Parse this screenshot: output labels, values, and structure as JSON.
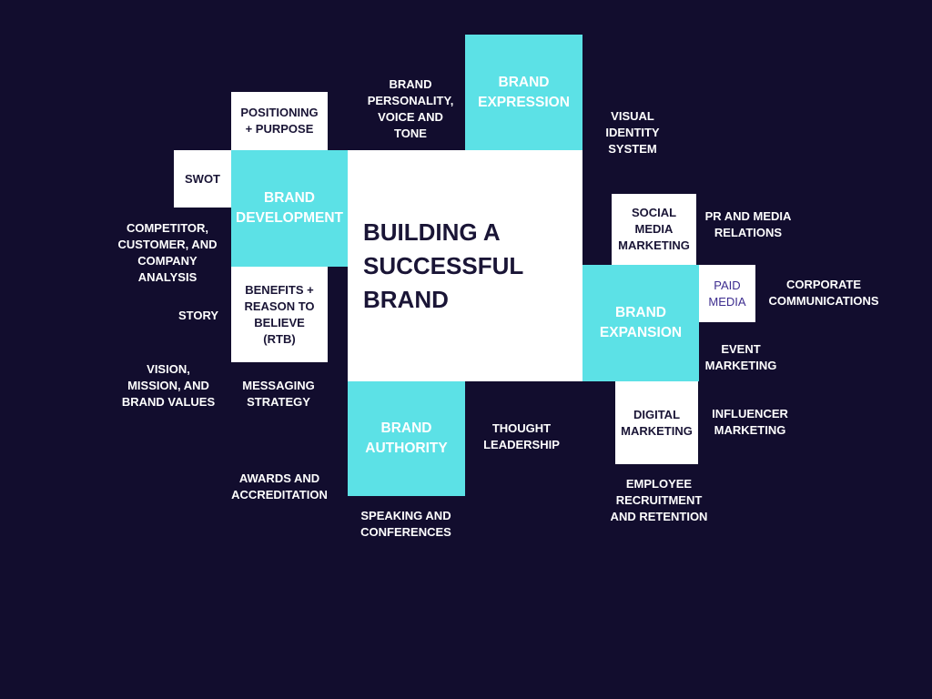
{
  "title": "BUILDING A\nSUCCESSFUL\nBRAND",
  "pillars": {
    "expression": "BRAND\nEXPRESSION",
    "development": "BRAND\nDEVELOPMENT",
    "authority": "BRAND\nAUTHORITY",
    "expansion": "BRAND\nEXPANSION"
  },
  "boxes": {
    "positioning": "POSITIONING\n+ PURPOSE",
    "swot": "SWOT",
    "benefits": "BENEFITS +\nREASON TO\nBELIEVE\n(RTB)",
    "social": "SOCIAL\nMEDIA\nMARKETING",
    "paid": "PAID\nMEDIA",
    "digital": "DIGITAL\nMARKETING"
  },
  "labels": {
    "personality": "BRAND\nPERSONALITY,\nVOICE AND\nTONE",
    "visual": "VISUAL\nIDENTITY\nSYSTEM",
    "competitor": "COMPETITOR,\nCUSTOMER, AND\nCOMPANY\nANALYSIS",
    "story": "STORY",
    "vision": "VISION,\nMISSION, AND\nBRAND VALUES",
    "messaging": "MESSAGING\nSTRATEGY",
    "awards": "AWARDS AND\nACCREDITATION",
    "speaking": "SPEAKING AND\nCONFERENCES",
    "thought": "THOUGHT\nLEADERSHIP",
    "pr": "PR AND MEDIA\nRELATIONS",
    "corporate": "CORPORATE\nCOMMUNICATIONS",
    "event": "EVENT\nMARKETING",
    "influencer": "INFLUENCER\nMARKETING",
    "employee": "EMPLOYEE\nRECRUITMENT\nAND RETENTION"
  },
  "colors": {
    "background": "#120d2e",
    "accent": "#5ce1e6",
    "dark_text": "#1a1536",
    "paid_text": "#3d2d8f"
  }
}
